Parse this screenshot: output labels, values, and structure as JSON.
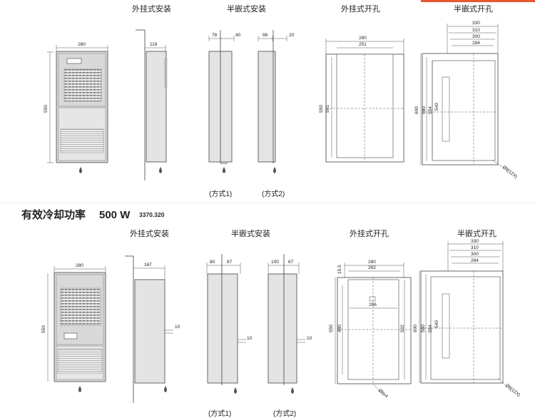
{
  "colors": {
    "accent_bar": "#e8572f",
    "line": "#444444",
    "fill": "#d6d6d6"
  },
  "section1": {
    "headings": {
      "external": "外挂式安装",
      "semi": "半嵌式安装",
      "ext_cutout": "外挂式开孔",
      "semi_cutout": "半嵌式开孔"
    },
    "front": {
      "width": "280",
      "height": "550"
    },
    "side_external": {
      "depth": "118"
    },
    "semi1": {
      "d1": "78",
      "d2": "40",
      "caption": "(方式1)"
    },
    "semi2": {
      "d1": "98",
      "d2": "20",
      "caption": "(方式2)"
    },
    "ext_cutout": {
      "w1": "280",
      "w2": "251",
      "h1": "550",
      "h2": "501"
    },
    "semi_cutout": {
      "w1": "330",
      "w2": "310",
      "w3": "300",
      "w4": "284",
      "h1": "600",
      "h2": "580",
      "h3": "554",
      "h4": "540",
      "hole": "Ø8(12X)"
    }
  },
  "section2": {
    "title": "有效冷却功率",
    "power": "500 W",
    "model": "3370.320",
    "headings": {
      "external": "外挂式安装",
      "semi": "半嵌式安装",
      "ext_cutout": "外挂式开孔",
      "semi_cutout": "半嵌式开孔"
    },
    "front": {
      "width": "280",
      "height": "550"
    },
    "side_external": {
      "depth": "167",
      "tab": "10"
    },
    "semi1": {
      "d1": "80",
      "d2": "87",
      "tab": "10",
      "caption": "(方式1)"
    },
    "semi2": {
      "d1": "100",
      "d2": "67",
      "tab": "10",
      "caption": "(方式2)"
    },
    "ext_cutout": {
      "top": "15.5",
      "w1": "280",
      "w2": "262",
      "w3": "266",
      "h1": "550",
      "h2": "480",
      "h3": "532",
      "hole": "Ø8x4"
    },
    "semi_cutout": {
      "w1": "330",
      "w2": "310",
      "w3": "300",
      "w4": "284",
      "h1": "600",
      "h2": "580",
      "h3": "554",
      "h4": "540",
      "hole": "Ø8(12X)"
    }
  }
}
